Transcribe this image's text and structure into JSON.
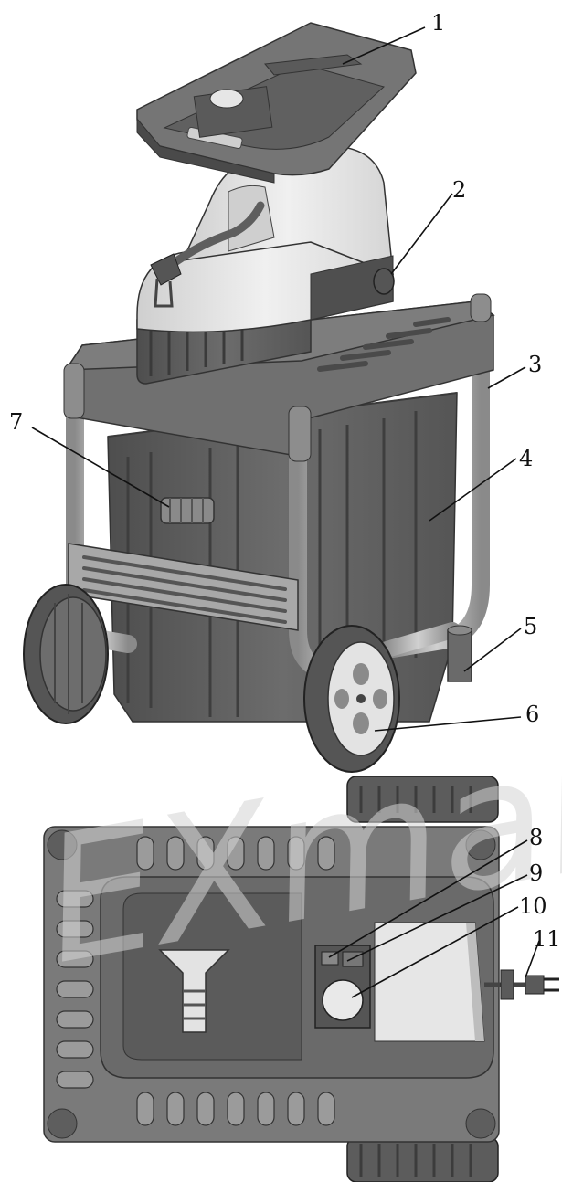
{
  "callouts": {
    "c1": "1",
    "c2": "2",
    "c3": "3",
    "c4": "4",
    "c5": "5",
    "c6": "6",
    "c7": "7",
    "c8": "8",
    "c9": "9",
    "c10": "10",
    "c11": "11"
  },
  "watermark": "EXmaradi",
  "colors": {
    "body_dark": "#5f5f5f",
    "body_mid": "#7b7b7b",
    "body_light": "#9a9a9a",
    "housing_light": "#e4e4e4",
    "frame": "#b9b9b9",
    "watermark": "#d7d7d7"
  }
}
